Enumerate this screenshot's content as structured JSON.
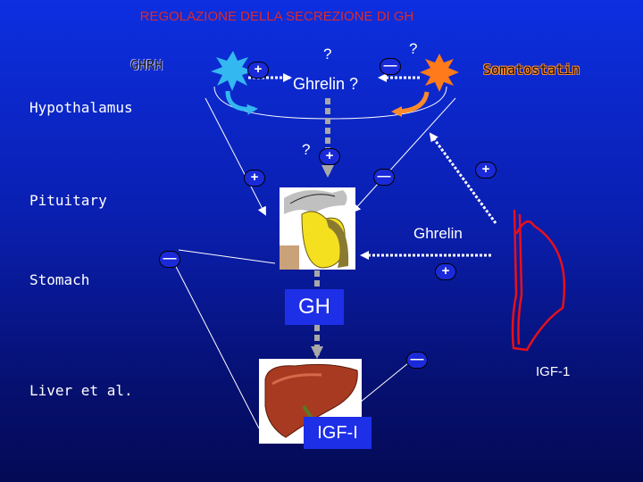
{
  "title": "REGOLAZIONE DELLA SECREZIONE DI GH",
  "labels": {
    "ghrh": "GHRH",
    "somatostatin": "Somatostatin",
    "hypothalamus": "Hypothalamus",
    "pituitary": "Pituitary",
    "stomach": "Stomach",
    "liver": "Liver et al.",
    "ghrelin_mid": "Ghrelin ?",
    "ghrelin_side": "Ghrelin",
    "gh": "GH",
    "igf_i": "IGF-I",
    "igf_1": "IGF-1"
  },
  "question_marks": [
    "?",
    "?",
    "?"
  ],
  "signs": {
    "ghrh_plus": "+",
    "somato_minus": "—",
    "pituitary_input_plus": "+",
    "ghrh_path_plus": "+",
    "somato_path_minus": "—",
    "igf1_to_somato_plus": "+",
    "stomach_minus": "—",
    "ghrelin_plus": "+",
    "liver_minus": "—"
  },
  "colors": {
    "title": "#e02828",
    "ghrh_burst": "#33b8f0",
    "somatostatin_burst": "#ff7a1a",
    "igf1_curve": "#e8101a",
    "gray_path": "#a8a8a8"
  },
  "icons": [
    "ghrh-burst-icon",
    "somatostatin-burst-icon",
    "pituitary-image",
    "liver-image",
    "stomach-outline-icon"
  ]
}
